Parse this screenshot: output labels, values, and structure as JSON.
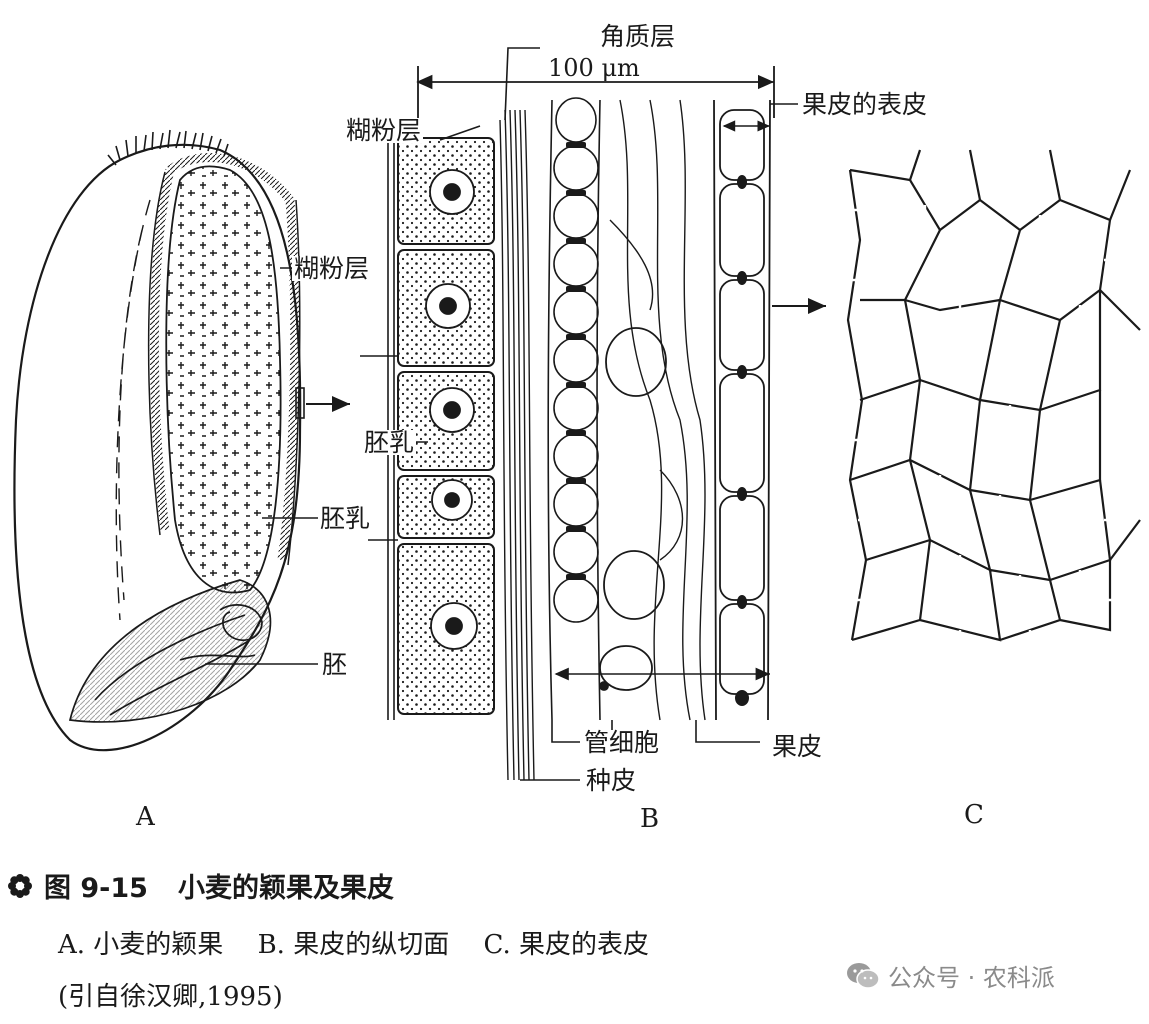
{
  "labels": {
    "cuticle": "角质层",
    "scale": "100 μm",
    "pericarp_epidermis": "果皮的表皮",
    "aleurone_b": "糊粉层",
    "aleurone_a": "糊粉层",
    "endosperm_b": "胚乳",
    "endosperm_a": "胚乳",
    "embryo": "胚",
    "tube_cell": "管细胞",
    "pericarp": "果皮",
    "seed_coat": "种皮"
  },
  "panels": {
    "a": "A",
    "b": "B",
    "c": "C"
  },
  "caption": {
    "figure_no": "图 9-15",
    "title": "小麦的颖果及果皮",
    "part_a": "A. 小麦的颖果",
    "part_b": "B. 果皮的纵切面",
    "part_c": "C. 果皮的表皮",
    "source": "(引自徐汉卿,1995)"
  },
  "watermark": {
    "text": "公众号 · 农科派",
    "icon": "wechat-icon"
  },
  "colors": {
    "ink": "#1a1a1a",
    "aleurone_fill": "#f4f1e6",
    "watermark": "#8a8a8a"
  }
}
